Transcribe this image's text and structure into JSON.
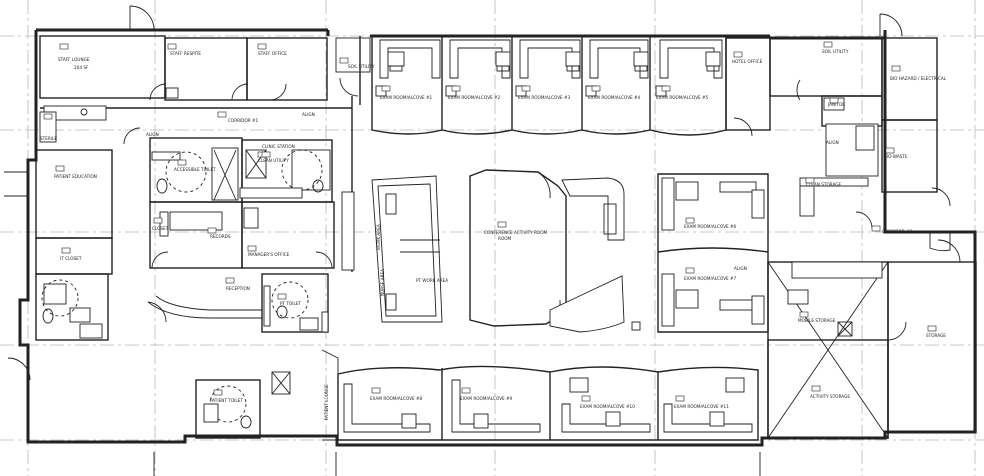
{
  "rooms": [
    {
      "id": "staff-lounge",
      "label": "STAFF LOUNGE",
      "sub": "204 SF"
    },
    {
      "id": "staff-respite",
      "label": "STAFF RESPITE"
    },
    {
      "id": "staff-office",
      "label": "STAFF OFFICE"
    },
    {
      "id": "soil-utility",
      "label": "SOIL UTILITY"
    },
    {
      "id": "exam-alcove-1",
      "label": "EXAM ROOM/ALCOVE #1"
    },
    {
      "id": "exam-alcove-2",
      "label": "EXAM ROOM/ALCOVE #2"
    },
    {
      "id": "exam-alcove-3",
      "label": "EXAM ROOM/ALCOVE #3"
    },
    {
      "id": "exam-alcove-4",
      "label": "EXAM ROOM/ALCOVE #4"
    },
    {
      "id": "exam-alcove-5",
      "label": "EXAM ROOM/ALCOVE #5"
    },
    {
      "id": "hotel-office",
      "label": "HOTEL OFFICE"
    },
    {
      "id": "soil-utility-2",
      "label": "SOIL UTILITY"
    },
    {
      "id": "bio-hazard",
      "label": "BIO HAZARD / ELECTRICAL"
    },
    {
      "id": "corridor-1",
      "label": "CORRIDOR #1"
    },
    {
      "id": "patient-education",
      "label": "PATIENT EDUCATION"
    },
    {
      "id": "accessible-toilet",
      "label": "ACCESSIBLE TOILET"
    },
    {
      "id": "sterile",
      "label": "STERILE"
    },
    {
      "id": "clean-utility",
      "label": "CLEAN UTILITY"
    },
    {
      "id": "clean-storage",
      "label": "CLEAN STORAGE"
    },
    {
      "id": "bio-waste",
      "label": "BIO-WASTE"
    },
    {
      "id": "closet",
      "label": "CLOSET"
    },
    {
      "id": "records",
      "label": "RECORDS"
    },
    {
      "id": "clinic-station",
      "label": "CLINIC STATION"
    },
    {
      "id": "conference",
      "label": "CONFERENCE ACTIVITY ROOM"
    },
    {
      "id": "exam-alcove-6",
      "label": "EXAM ROOM/ALCOVE #6"
    },
    {
      "id": "exam-alcove-7",
      "label": "EXAM ROOM/ALCOVE #7"
    },
    {
      "id": "corridor-2",
      "label": "CORRIDOR #2"
    },
    {
      "id": "it-closet",
      "label": "IT CLOSET"
    },
    {
      "id": "manager-office",
      "label": "MANAGER'S OFFICE"
    },
    {
      "id": "reception",
      "label": "RECEPTION"
    },
    {
      "id": "pt-toilet",
      "label": "PT TOILET"
    },
    {
      "id": "work-area",
      "label": "WORK AREA"
    },
    {
      "id": "pt-work-area",
      "label": "PT WORK AREA"
    },
    {
      "id": "nurse-area",
      "label": "NURSE AREA"
    },
    {
      "id": "mobile-storage",
      "label": "MOBILE STORAGE"
    },
    {
      "id": "storage",
      "label": "STORAGE"
    },
    {
      "id": "activity-storage",
      "label": "ACTIVITY STORAGE"
    },
    {
      "id": "exam-alcove-8",
      "label": "EXAM ROOM/ALCOVE #8"
    },
    {
      "id": "exam-alcove-9",
      "label": "EXAM ROOM/ALCOVE #9"
    },
    {
      "id": "exam-alcove-10",
      "label": "EXAM ROOM/ALCOVE #10"
    },
    {
      "id": "exam-alcove-11",
      "label": "EXAM ROOM/ALCOVE #11"
    },
    {
      "id": "patient-lounge",
      "label": "PATIENT LOUNGE"
    },
    {
      "id": "patient-toilet",
      "label": "PATIENT TOILET"
    },
    {
      "id": "janitor",
      "label": "JANITOR"
    }
  ],
  "notes": {
    "align1": "ALIGN",
    "align2": "ALIGN",
    "align3": "ALIGN",
    "align4": "ALIGN"
  }
}
